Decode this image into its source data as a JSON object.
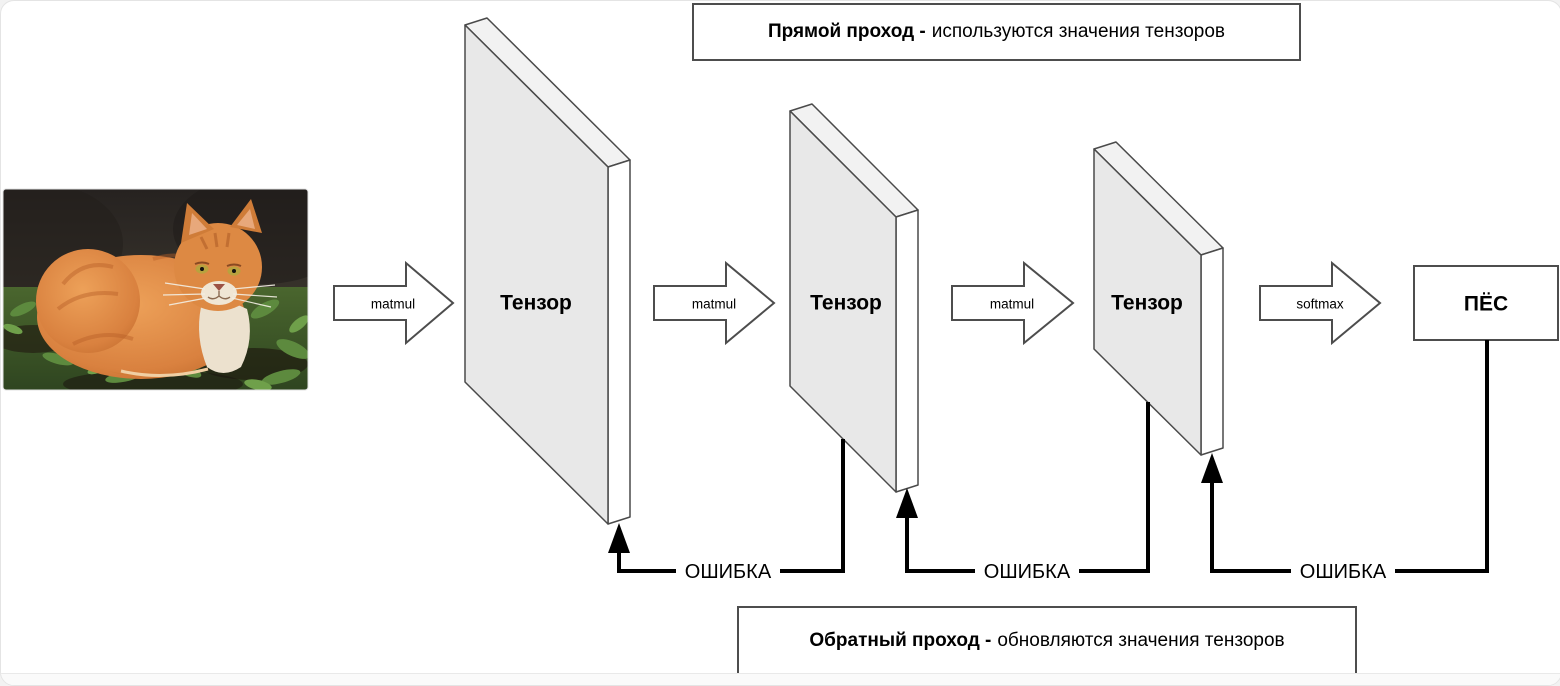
{
  "banners": {
    "forward": {
      "bold": "Прямой проход -",
      "rest": "используются значения тензоров"
    },
    "backward": {
      "bold": "Обратный проход -",
      "rest": "обновляются значения тензоров"
    }
  },
  "pipeline": {
    "input_image": {
      "name": "cat-photo",
      "content": "рыжий кот на траве"
    },
    "operations": [
      {
        "label": "matmul"
      },
      {
        "label": "matmul"
      },
      {
        "label": "matmul"
      },
      {
        "label": "softmax"
      }
    ],
    "tensors": [
      {
        "label": "Тензор"
      },
      {
        "label": "Тензор"
      },
      {
        "label": "Тензор"
      }
    ],
    "output": {
      "label": "ПЁС"
    },
    "error_labels": [
      {
        "label": "ОШИБКА"
      },
      {
        "label": "ОШИБКА"
      },
      {
        "label": "ОШИБКА"
      }
    ]
  },
  "colors": {
    "tensor_front": "#e8e8e8",
    "tensor_top": "#f2f2f2",
    "tensor_side": "#ffffff",
    "shape_stroke": "#4d4d4d",
    "error_line": "#000000",
    "cat_orange": "#d9813f",
    "grass_green": "#4a6b33"
  }
}
